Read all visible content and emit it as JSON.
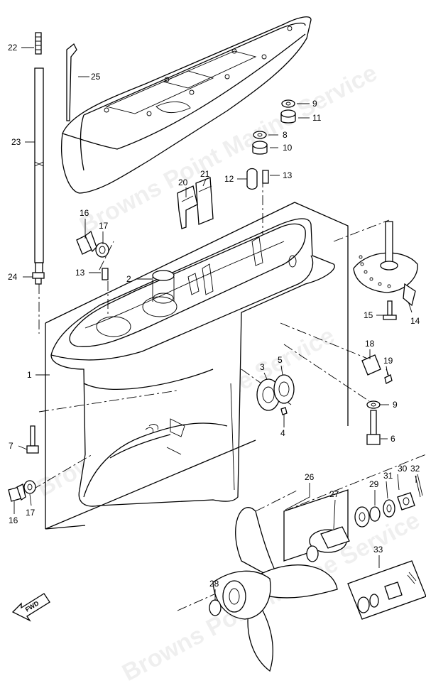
{
  "watermark": "Browns Point Marine Service",
  "fwd_label": "FWD",
  "callouts": [
    {
      "id": "c22",
      "text": "22"
    },
    {
      "id": "c25",
      "text": "25"
    },
    {
      "id": "c23",
      "text": "23"
    },
    {
      "id": "c9a",
      "text": "9"
    },
    {
      "id": "c11",
      "text": "11"
    },
    {
      "id": "c8",
      "text": "8"
    },
    {
      "id": "c10",
      "text": "10"
    },
    {
      "id": "c21",
      "text": "21"
    },
    {
      "id": "c20",
      "text": "20"
    },
    {
      "id": "c12",
      "text": "12"
    },
    {
      "id": "c13a",
      "text": "13"
    },
    {
      "id": "c16a",
      "text": "16"
    },
    {
      "id": "c17a",
      "text": "17"
    },
    {
      "id": "c13b",
      "text": "13"
    },
    {
      "id": "c2",
      "text": "2"
    },
    {
      "id": "c24",
      "text": "24"
    },
    {
      "id": "c14",
      "text": "14"
    },
    {
      "id": "c15",
      "text": "15"
    },
    {
      "id": "c18",
      "text": "18"
    },
    {
      "id": "c19",
      "text": "19"
    },
    {
      "id": "c1",
      "text": "1"
    },
    {
      "id": "c3",
      "text": "3"
    },
    {
      "id": "c5",
      "text": "5"
    },
    {
      "id": "c4",
      "text": "4"
    },
    {
      "id": "c9b",
      "text": "9"
    },
    {
      "id": "c6",
      "text": "6"
    },
    {
      "id": "c7",
      "text": "7"
    },
    {
      "id": "c32",
      "text": "32"
    },
    {
      "id": "c26",
      "text": "26"
    },
    {
      "id": "c30",
      "text": "30"
    },
    {
      "id": "c31",
      "text": "31"
    },
    {
      "id": "c29",
      "text": "29"
    },
    {
      "id": "c27",
      "text": "27"
    },
    {
      "id": "c16b",
      "text": "16"
    },
    {
      "id": "c17b",
      "text": "17"
    },
    {
      "id": "c33",
      "text": "33"
    },
    {
      "id": "c28",
      "text": "28"
    }
  ]
}
